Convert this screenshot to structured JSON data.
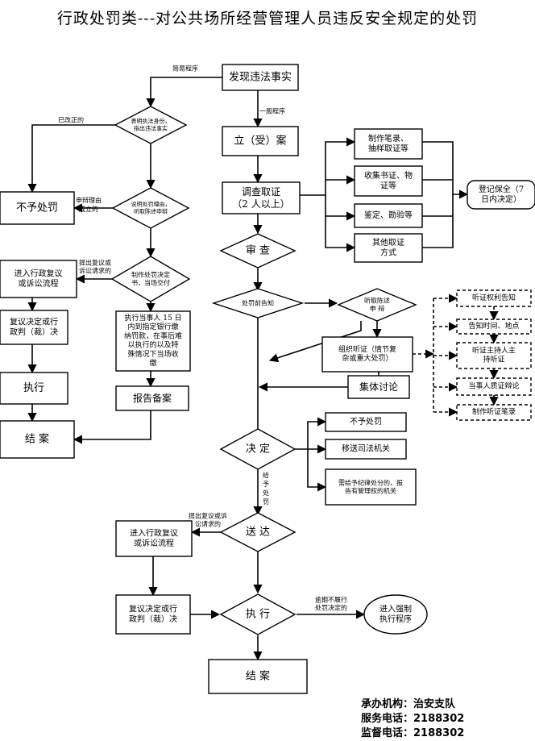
{
  "title": "行政处罚类---对公共场所经营管理人员违反安全规定的处罚",
  "nodes": {
    "discover": "发现违法事实",
    "simple_check": [
      "表明执法身份，",
      "指出违法事实"
    ],
    "no_penalty_left": "不予处罚",
    "explain": [
      "说明处罚理由，",
      "听取陈述申辩"
    ],
    "decision_left": [
      "制作处罚决定",
      "书，当场交付"
    ],
    "admin_review_1": [
      "进入行政复议",
      "或诉讼流程"
    ],
    "review_result_1": [
      "复议决定或行",
      "政判（裁）决"
    ],
    "execute_left": "执行",
    "close_left": "结  案",
    "pay_instructions": [
      "执行当事人 15 日",
      "内到指定银行缴",
      "纳罚款，在事后难",
      "以执行的以及特",
      "殊情况下当场收",
      "缴"
    ],
    "report_file": "报告备案",
    "file_case": "立（受）案",
    "investigate": [
      "调查取证",
      "（2 人以上）"
    ],
    "evidence_1": [
      "制作笔录、",
      "抽样取证等"
    ],
    "evidence_2": [
      "收集书证、物",
      "证等"
    ],
    "evidence_3": "鉴定、勘验等",
    "evidence_4": [
      "其他取证",
      "方式"
    ],
    "preserve": [
      "登记保全（7",
      "日内决定）"
    ],
    "review": "审  查",
    "notify_before": "处罚前告知",
    "hear_statement": [
      "听取陈述",
      "申  辩"
    ],
    "hearing": [
      "组织听证（情节复",
      "杂或重大处罚）"
    ],
    "collective": "集体讨论",
    "hearing_steps": [
      "听证权利告知",
      "告知时间、地点",
      "听证主持人主",
      "持听证",
      "当事人质证辩论",
      "制作听证笔录"
    ],
    "decide": "决  定",
    "out_no_penalty": "不予处罚",
    "out_transfer": "移送司法机关",
    "out_discipline": [
      "需给予纪律处分的，报",
      "告有管理权的机关"
    ],
    "deliver": "送  达",
    "admin_review_2": [
      "进入行政复议",
      "或诉讼流程"
    ],
    "review_result_2": [
      "复议决定或行",
      "政判（裁）决"
    ],
    "execute_main": "执  行",
    "force_exec": [
      "进入强制",
      "执行程序"
    ],
    "close_main": "结  案"
  },
  "edge_labels": {
    "simple": "简易程序",
    "general": "一般程序",
    "corrected": "已改正的",
    "reason_valid": [
      "申辩理由",
      "成立的"
    ],
    "apply_review_1": [
      "提出复议或",
      "诉讼请求的"
    ],
    "give_penalty": [
      "给",
      "予",
      "处",
      "罚"
    ],
    "apply_review_2": [
      "提出复议或诉",
      "讼请求的"
    ],
    "overdue": [
      "逾期不履行",
      "处罚决定的"
    ]
  },
  "footer": {
    "org": "承办机构：治安支队",
    "service_phone": "服务电话：2188302",
    "supervise_phone": "监督电话：2188302"
  }
}
